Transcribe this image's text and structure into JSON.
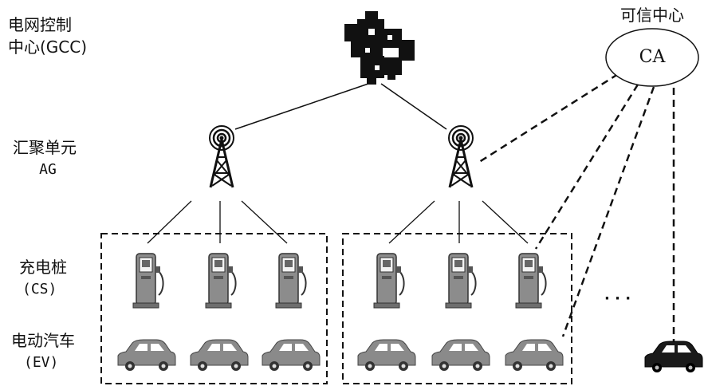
{
  "labels": {
    "gcc_line1": "电网控制",
    "gcc_line2": "中心(GCC)",
    "ag_line1": "汇聚单元",
    "ag_line2": "AG",
    "cs_line1": "充电桩",
    "cs_line2": "(CS)",
    "ev_line1": "电动汽车",
    "ev_line2": "(EV)",
    "trust_center": "可信中心",
    "ca": "CA",
    "ellipsis": "· · ·"
  },
  "colors": {
    "ink": "#111111",
    "car_gray": "#8a8a8a",
    "station_gray": "#8c8c8c"
  },
  "icons": {
    "gcc": "control-center-icon",
    "ag": "radio-tower-icon",
    "cs": "charging-station-icon",
    "ev": "electric-car-icon"
  }
}
